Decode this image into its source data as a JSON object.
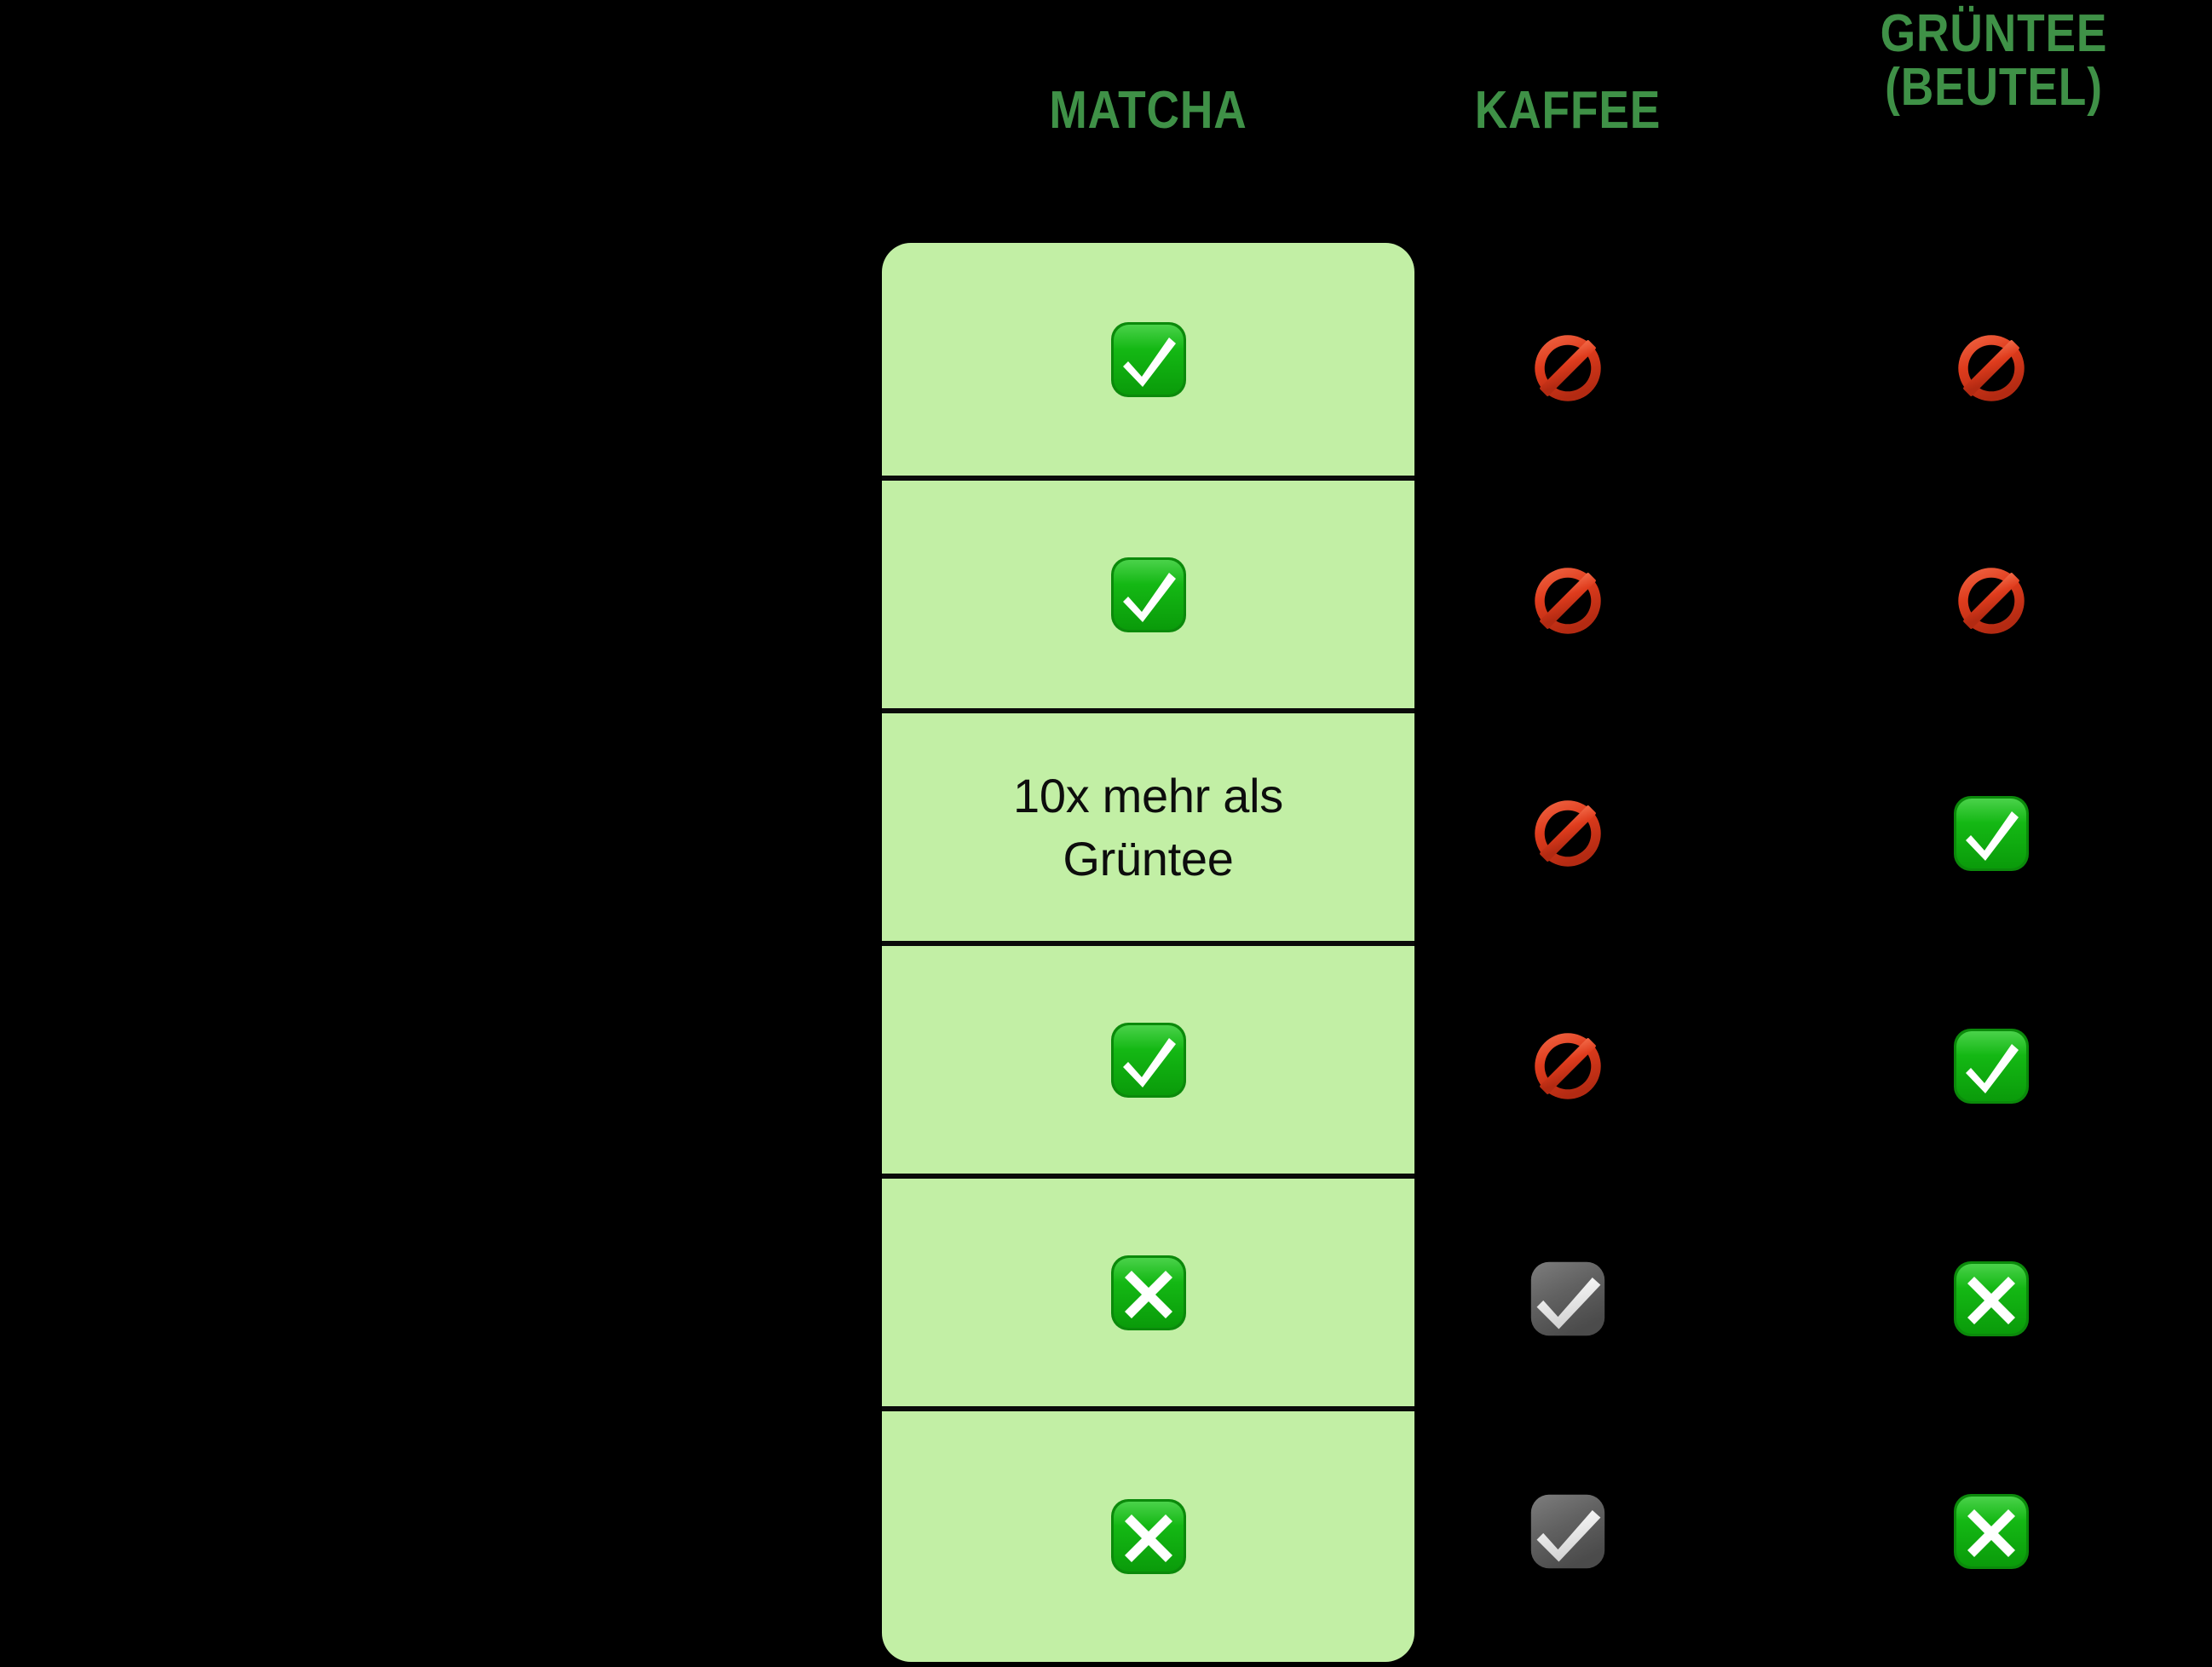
{
  "background_color": "#000000",
  "accent_green": "#3f9147",
  "card_color": "#c2efa5",
  "columns": [
    {
      "key": "matcha",
      "label": "MATCHA",
      "highlighted": true
    },
    {
      "key": "kaffee",
      "label": "KAFFEE",
      "highlighted": false
    },
    {
      "key": "gruntee",
      "label": "GRÜNTEE\n(BEUTEL)",
      "highlighted": false
    }
  ],
  "headers": {
    "matcha": "MATCHA",
    "kaffee": "KAFFEE",
    "gruntee_line1": "GRÜNTEE",
    "gruntee_line2": "(BEUTEL)"
  },
  "rows": [
    {
      "index": 1,
      "matcha": {
        "icon": "check-mark-button-icon",
        "text": ""
      },
      "kaffee": {
        "icon": "prohibited-icon",
        "text": ""
      },
      "gruntee": {
        "icon": "prohibited-icon",
        "text": ""
      }
    },
    {
      "index": 2,
      "matcha": {
        "icon": "check-mark-button-icon",
        "text": ""
      },
      "kaffee": {
        "icon": "prohibited-icon",
        "text": ""
      },
      "gruntee": {
        "icon": "prohibited-icon",
        "text": ""
      }
    },
    {
      "index": 3,
      "matcha": {
        "icon": "",
        "text_line1": "10x mehr als",
        "text_line2": "Grüntee"
      },
      "kaffee": {
        "icon": "prohibited-icon",
        "text": ""
      },
      "gruntee": {
        "icon": "check-mark-button-icon",
        "text": ""
      }
    },
    {
      "index": 4,
      "matcha": {
        "icon": "check-mark-button-icon",
        "text": ""
      },
      "kaffee": {
        "icon": "prohibited-icon",
        "text": ""
      },
      "gruntee": {
        "icon": "check-mark-button-icon",
        "text": ""
      }
    },
    {
      "index": 5,
      "matcha": {
        "icon": "cross-mark-button-icon",
        "text": ""
      },
      "kaffee": {
        "icon": "ballot-box-with-check-icon",
        "text": ""
      },
      "gruntee": {
        "icon": "cross-mark-button-icon",
        "text": ""
      }
    },
    {
      "index": 6,
      "matcha": {
        "icon": "cross-mark-button-icon",
        "text": ""
      },
      "kaffee": {
        "icon": "ballot-box-with-check-icon",
        "text": ""
      },
      "gruntee": {
        "icon": "cross-mark-button-icon",
        "text": ""
      }
    }
  ],
  "icon_colors": {
    "check_green_light": "#2fc02f",
    "check_green_dark": "#0a8f0a",
    "prohibited_red_light": "#e8472b",
    "prohibited_red_dark": "#bf2e16",
    "ballot_gray_light": "#8a8a8a",
    "ballot_gray_dark": "#4a4a4a",
    "glyph_white": "#ffffff"
  }
}
